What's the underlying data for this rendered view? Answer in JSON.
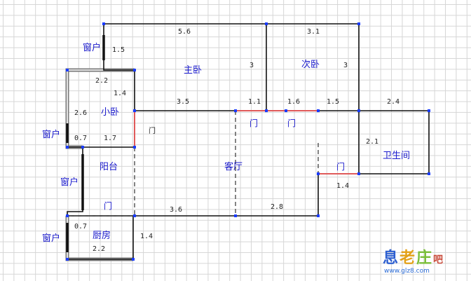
{
  "rooms": {
    "master_bedroom": "主卧",
    "second_bedroom": "次卧",
    "small_bedroom": "小卧",
    "balcony": "阳台",
    "living_room": "客厅",
    "bathroom": "卫生间",
    "kitchen": "厨房"
  },
  "windows": {
    "top": "窗户",
    "left_mid": "窗户",
    "balcony": "窗户",
    "kitchen": "窗户"
  },
  "doors": {
    "small_bedroom": "门",
    "living_left": "门",
    "living_right": "门",
    "bathroom": "门",
    "kitchen": "门"
  },
  "dimensions": {
    "top_left": "5.6",
    "top_right": "3.1",
    "top_window": "1.5",
    "master_height": "3",
    "second_height": "3",
    "small_top": "2.2",
    "small_right": "1.4",
    "small_left": "2.6",
    "small_bottom_a": "0.7",
    "small_bottom_b": "1.7",
    "corridor": "3.5",
    "door_a": "1.1",
    "door_b": "1.6",
    "door_c": "1.5",
    "bath_top": "2.4",
    "bath_side": "2.1",
    "bath_bottom": "1.4",
    "living_bottom_left": "3.6",
    "living_bottom_right": "2.8",
    "kitchen_top": "0.7",
    "kitchen_bottom": "2.2",
    "kitchen_right": "1.4"
  },
  "watermark": {
    "mark": "息老庄吧",
    "url": "www.glz8.com"
  },
  "colors": {
    "wall": "#111111",
    "door": "#e05a5a",
    "label": "#1a1acc",
    "node": "#1a3cff"
  }
}
